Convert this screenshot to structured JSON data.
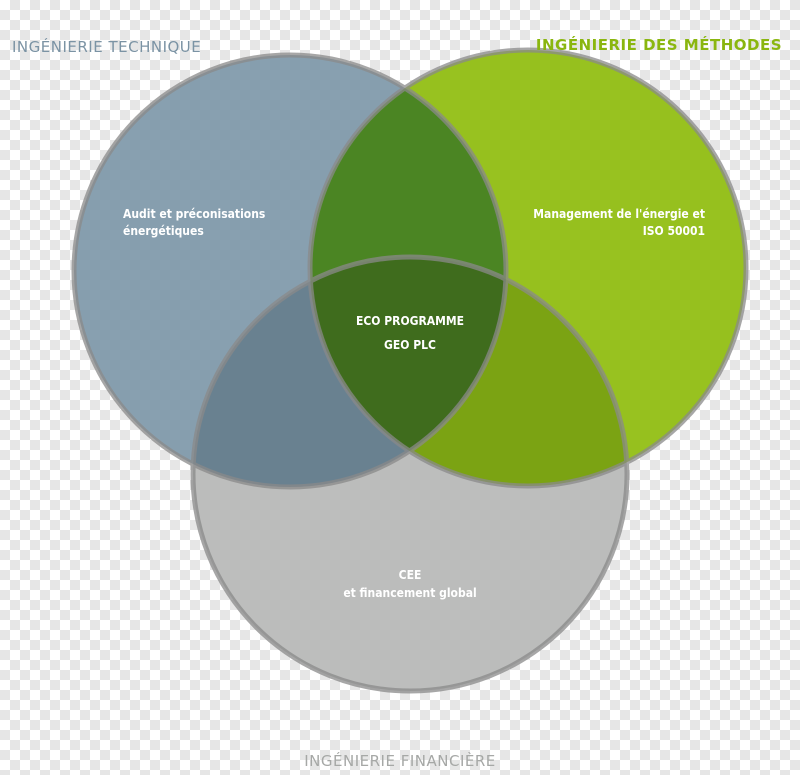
{
  "colors": {
    "technique_circle": "#7e98a9",
    "methodes_circle": "#8fbd0d",
    "financiere_circle": "#b7b9b7",
    "center_overlap": "#3f6c1d",
    "title_technique": "#7b93a4",
    "title_methodes": "#8ab60f",
    "title_financiere": "#a6a8a6",
    "outline": "#8a8a8a",
    "label_text": "#ffffff"
  },
  "diagram": {
    "circles": [
      {
        "id": "technique",
        "title": "INGÉNIERIE TECHNIQUE",
        "lines": [
          "Audit et préconisations",
          "énergétiques"
        ]
      },
      {
        "id": "methodes",
        "title": "INGÉNIERIE DES MÉTHODES",
        "lines": [
          "Management de l'énergie et",
          "ISO 50001"
        ]
      },
      {
        "id": "financiere",
        "title": "INGÉNIERIE FINANCIÈRE",
        "lines": [
          "CEE",
          "et financement global"
        ]
      }
    ],
    "center": {
      "lines": [
        "ECO PROGRAMME",
        "GEO PLC"
      ]
    }
  }
}
